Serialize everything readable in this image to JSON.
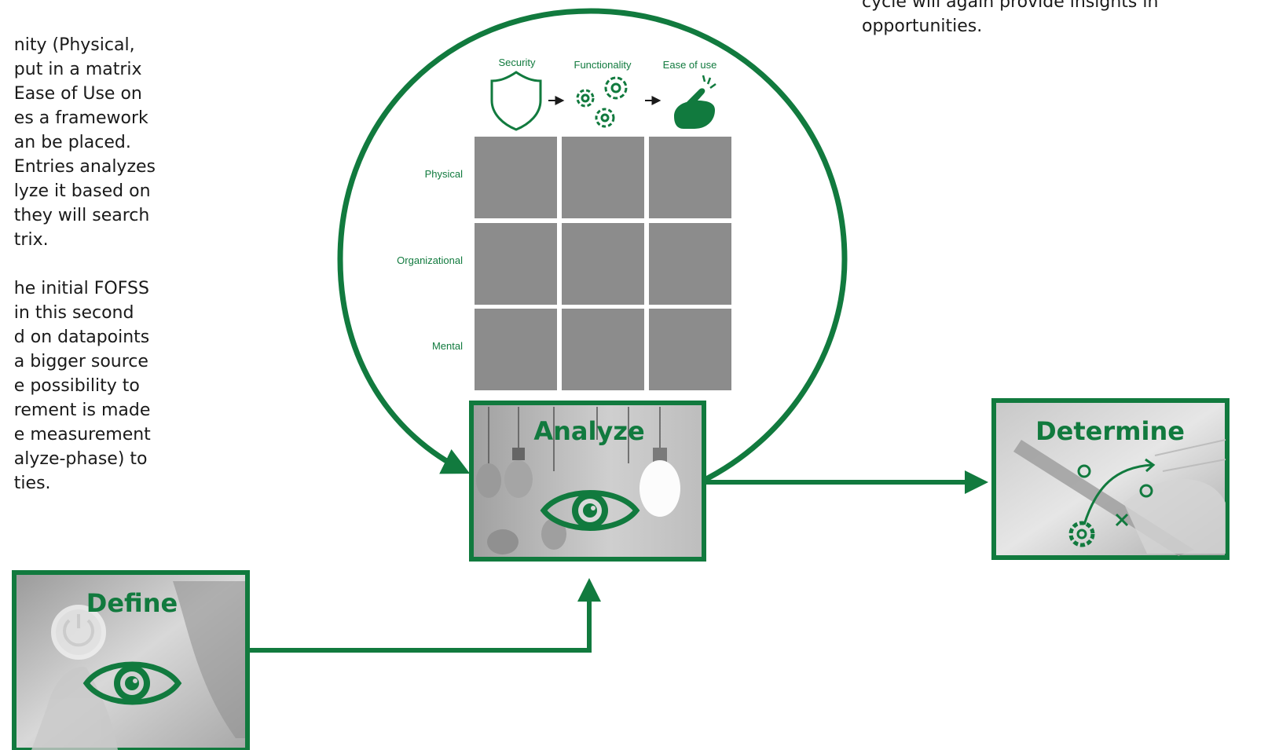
{
  "colors": {
    "accent": "#117a3e",
    "matrix_cell": "#8c8c8c",
    "photo_gray": "#b8b8b8"
  },
  "left_paragraph": [
    "nity (Physical,",
    "put in a matrix",
    "Ease of Use on",
    "es a framework",
    "an be placed.",
    "Entries analyzes",
    "lyze it based on",
    "they will search",
    "trix.",
    "",
    "he initial FOFSS",
    "in this second",
    "d on datapoints",
    "a bigger source",
    "e possibility to",
    "rement is made",
    "e measurement",
    "alyze-phase) to",
    "ties."
  ],
  "right_paragraph": [
    "cycle will again provide insights in",
    "opportunities."
  ],
  "matrix": {
    "columns": [
      {
        "label": "Security",
        "icon": "shield-icon"
      },
      {
        "label": "Functionality",
        "icon": "gears-icon"
      },
      {
        "label": "Ease of use",
        "icon": "pointing-hand-icon"
      }
    ],
    "rows": [
      "Physical",
      "Organizational",
      "Mental"
    ]
  },
  "stages": {
    "define": {
      "title": "Define",
      "icon": "eye-icon"
    },
    "analyze": {
      "title": "Analyze",
      "icon": "eye-icon"
    },
    "determine": {
      "title": "Determine",
      "icon": "strategy-play-icon"
    }
  }
}
